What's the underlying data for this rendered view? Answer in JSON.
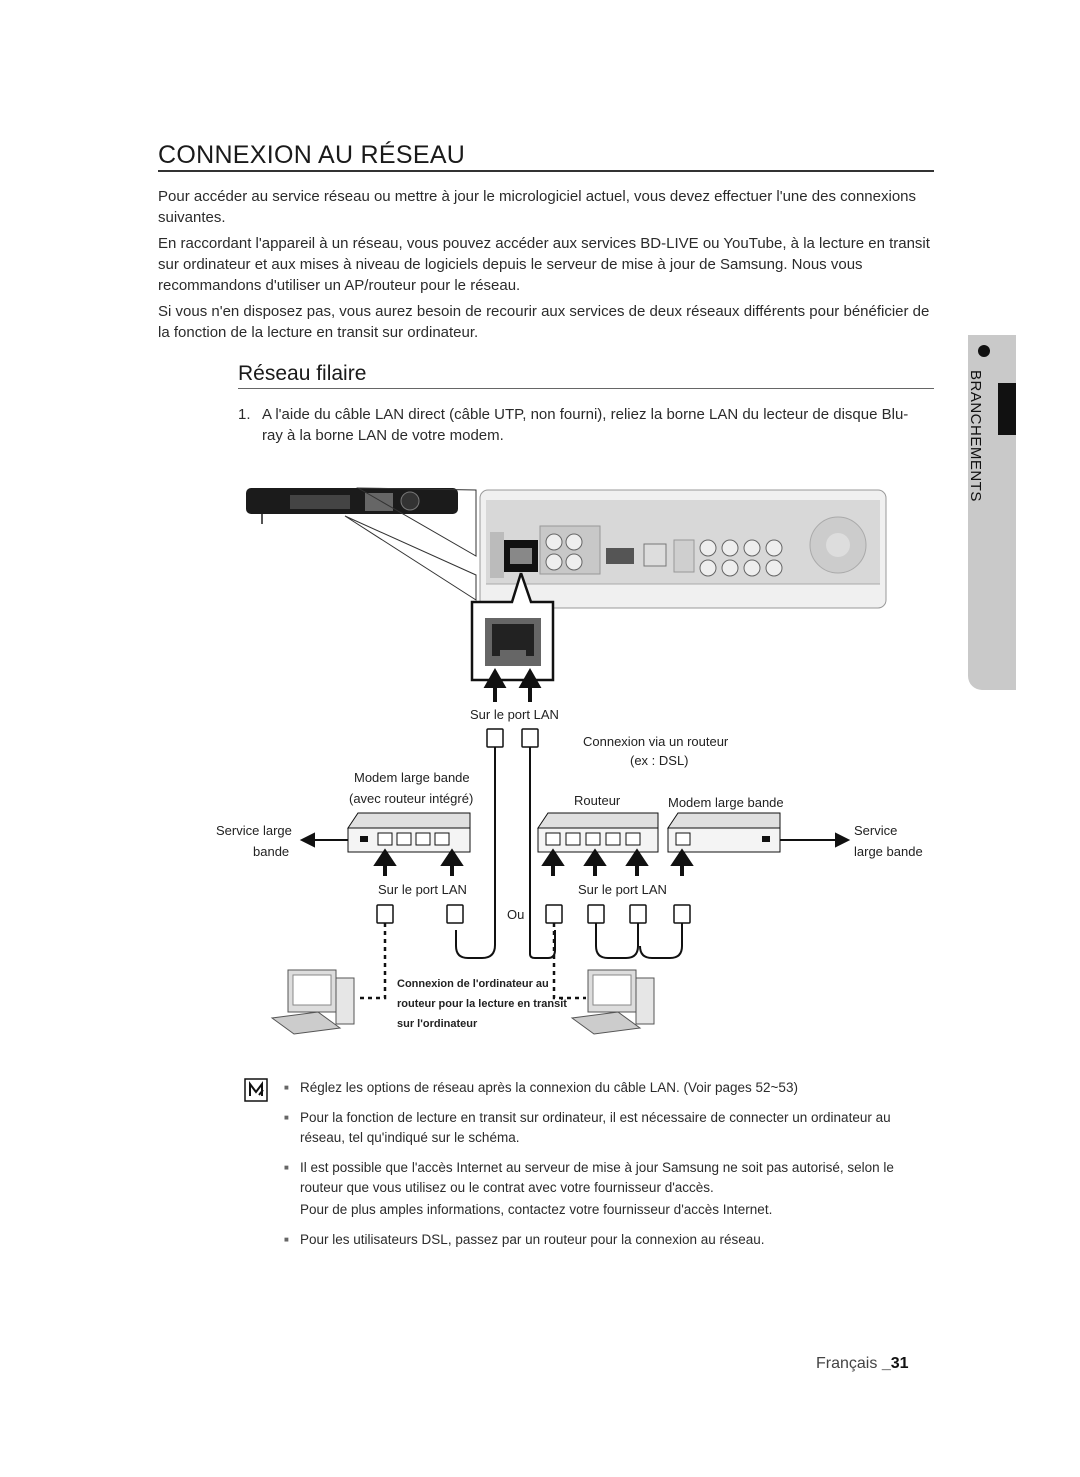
{
  "page": {
    "title": "CONNEXION AU RÉSEAU",
    "intro": [
      "Pour accéder au service réseau ou mettre à jour le micrologiciel actuel, vous devez effectuer l'une des connexions suivantes.",
      "En raccordant l'appareil à un réseau, vous pouvez accéder aux services BD-LIVE ou YouTube, à la lecture en transit sur ordinateur et aux mises à niveau de logiciels depuis le serveur de mise à jour de Samsung. Nous vous recommandons d'utiliser un AP/routeur pour le réseau.",
      "Si vous n'en disposez pas, vous aurez besoin de recourir aux services de deux réseaux différents pour bénéficier de la fonction de la lecture en transit sur ordinateur."
    ],
    "subtitle": "Réseau filaire",
    "step": {
      "number": "1.",
      "text": "A l'aide du câble LAN direct (câble UTP, non fourni), reliez la borne LAN du lecteur de disque Blu-ray à la borne LAN de votre modem."
    },
    "side_tab": "BRANCHEMENTS",
    "diagram": {
      "lan_port_top": "Sur le port LAN",
      "router_connection_title": "Connexion via un routeur",
      "router_connection_example": "(ex : DSL)",
      "modem_router_line1": "Modem large bande",
      "modem_router_line2": "(avec routeur intégré)",
      "router": "Routeur",
      "modem": "Modem large bande",
      "service_left_line1": "Service large",
      "service_left_line2": "bande",
      "service_right_line1": "Service",
      "service_right_line2": "large bande",
      "lan_port_left": "Sur le port LAN",
      "lan_port_right": "Sur le port LAN",
      "or": "Ou",
      "pc_note_line1": "Connexion de l'ordinateur au",
      "pc_note_line2": "routeur pour la lecture en transit",
      "pc_note_line3": "sur l'ordinateur"
    },
    "notes": [
      "Réglez les options de réseau après la connexion du câble LAN. (Voir pages 52~53)",
      "Pour la fonction de lecture en transit sur ordinateur, il est nécessaire de connecter un ordinateur au réseau, tel qu'indiqué sur le schéma.",
      "Il est possible que l'accès Internet au serveur de mise à jour Samsung ne soit pas autorisé, selon le routeur que vous utilisez ou le contrat avec votre fournisseur d'accès.",
      "Pour de plus amples informations, contactez votre fournisseur d'accès Internet.",
      "Pour les utilisateurs DSL, passez par un routeur pour la connexion au réseau."
    ],
    "footer": {
      "language": "Français",
      "page_number": "_31"
    }
  }
}
